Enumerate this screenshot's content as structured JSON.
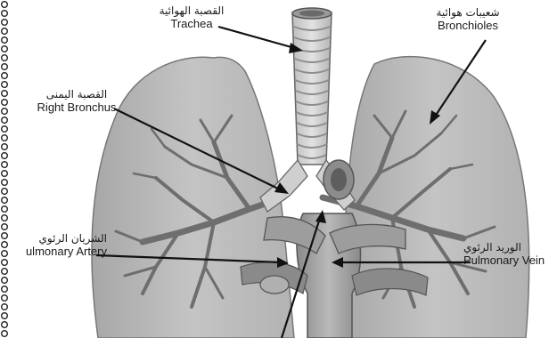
{
  "colors": {
    "lung": "#b9b9b9",
    "lung_shade": "#9c9c9c",
    "bronchi": "#7a7a7a",
    "trachea": "#d3d3d3",
    "arrow": "#111111",
    "border": "#222222"
  },
  "labels": {
    "trachea": {
      "ar": "القصبة الهوائية",
      "en": "Trachea"
    },
    "bronchioles": {
      "ar": "شعيبات هوائية",
      "en": "Bronchioles"
    },
    "right_bronchus": {
      "ar": "القصبة اليمنى",
      "en": "Right Bronchus"
    },
    "pulmonary_artery": {
      "ar": "الشريان الرئوي",
      "en": "ulmonary Artery"
    },
    "pulmonary_vein": {
      "ar": "الوريد الرئوي",
      "en": "Pulmonary Vein"
    }
  }
}
